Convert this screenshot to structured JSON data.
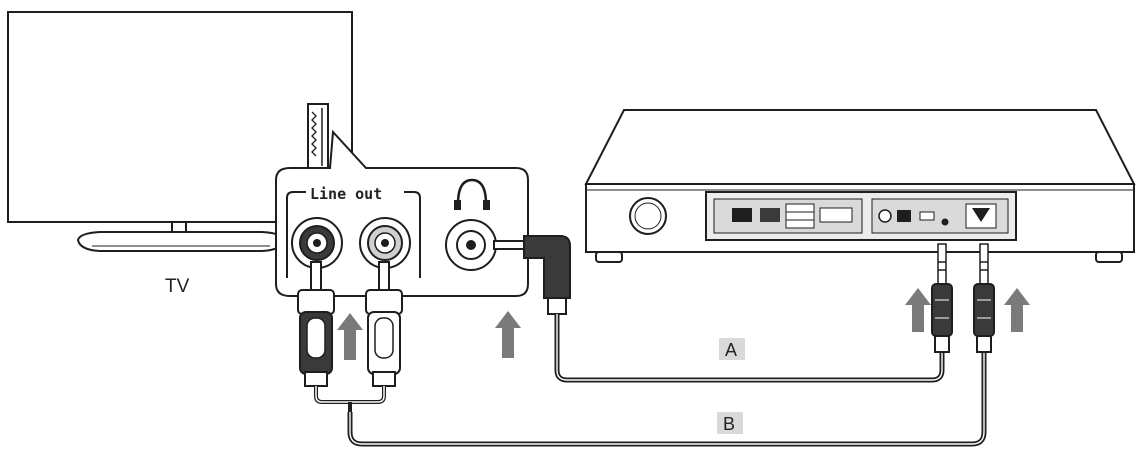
{
  "labels": {
    "tv": "TV",
    "line_out": "Line out",
    "cable_a": "A",
    "cable_b": "B"
  },
  "icons": {
    "headphone_port": "headphones-icon",
    "upload_arrows": "arrow-up-icon"
  },
  "colors": {
    "line": "#1e1e1e",
    "arrow": "#7a7a7a",
    "panel": "#ececec",
    "label_box": "#d9d9d9"
  }
}
